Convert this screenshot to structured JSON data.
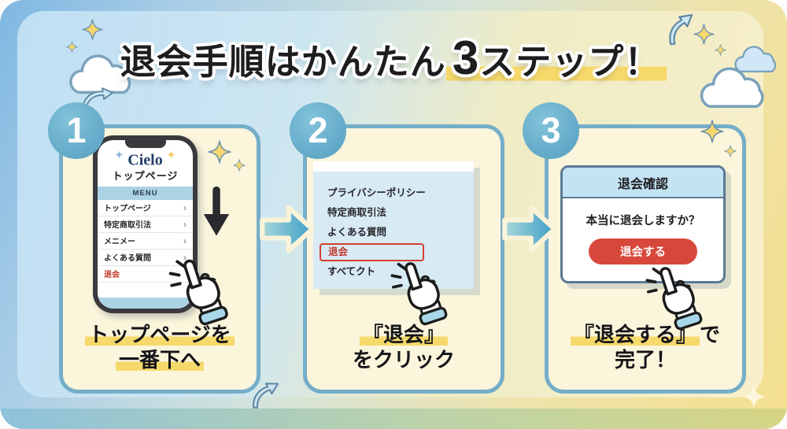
{
  "title": {
    "prefix": "退会手順はかんたん",
    "big": "3",
    "suffix": "ステップ！"
  },
  "steps": [
    {
      "number": "1",
      "caption_segments": [
        [
          {
            "t": "トップページを",
            "h": true
          }
        ],
        [
          {
            "t": "一番下へ",
            "h": true
          }
        ]
      ]
    },
    {
      "number": "2",
      "caption_segments": [
        [
          {
            "t": "『退会』",
            "h": true
          }
        ],
        [
          {
            "t": "をクリック",
            "h": false
          }
        ]
      ]
    },
    {
      "number": "3",
      "caption_segments": [
        [
          {
            "t": "『退会する』",
            "h": true
          },
          {
            "t": "で",
            "h": false
          }
        ],
        [
          {
            "t": "完了！",
            "h": false
          }
        ]
      ]
    }
  ],
  "phone": {
    "logo": "Cielo",
    "page_title": "トップページ",
    "menu_header": "MENU",
    "menu_items": [
      "トップページ",
      "特定商取引法",
      "メニメー",
      "よくある質問",
      "退会"
    ]
  },
  "site_menu": {
    "items": [
      "プライバシーポリシー",
      "特定商取引法",
      "よくある質問",
      "退会",
      "すべてクト"
    ]
  },
  "dialog": {
    "title": "退会確認",
    "message": "本当に退会しますか？",
    "button": "退会する"
  },
  "colors": {
    "highlight_yellow": "#f6d96b",
    "step_circle_blue": "#69aecb",
    "panel_border_blue": "#74aec9",
    "panel_bg_cream": "#fbf5dc",
    "danger_red": "#d2402e",
    "button_red": "#d8473b",
    "menu_bar_blue": "#acd2e6",
    "dialog_header_blue": "#c3e2f2",
    "logo_navy": "#25406b"
  }
}
